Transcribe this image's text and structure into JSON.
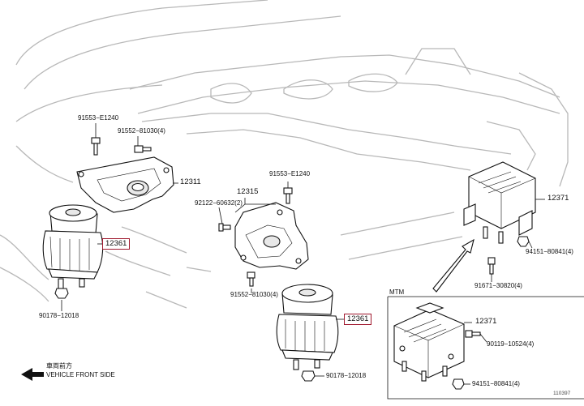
{
  "labels": {
    "p91553_left": "91553−E1240",
    "p91552_left": "91552−81030(4)",
    "p12311": "12311",
    "p12361_left": "12361",
    "p90178_left": "90178−12018",
    "p12315": "12315",
    "p91553_center": "91553−E1240",
    "p92122": "92122−60632(2)",
    "p91552_center": "91552−81030(4)",
    "p12361_center": "12361",
    "p90178_center": "90178−12018",
    "p12371_top": "12371",
    "p94151_top": "94151−80841(4)",
    "p91671": "91671−30820(4)",
    "mtm": "MTM",
    "p12371_bottom": "12371",
    "p90119": "90119−10524(4)",
    "p94151_bottom": "94151−80841(4)",
    "front_jp": "車両前方",
    "front_en": "VEHICLE FRONT SIDE",
    "diagram_id": "110397"
  },
  "colors": {
    "highlight": "#a0182e",
    "engine_outline": "#b8b8b8",
    "ink": "#111111"
  }
}
